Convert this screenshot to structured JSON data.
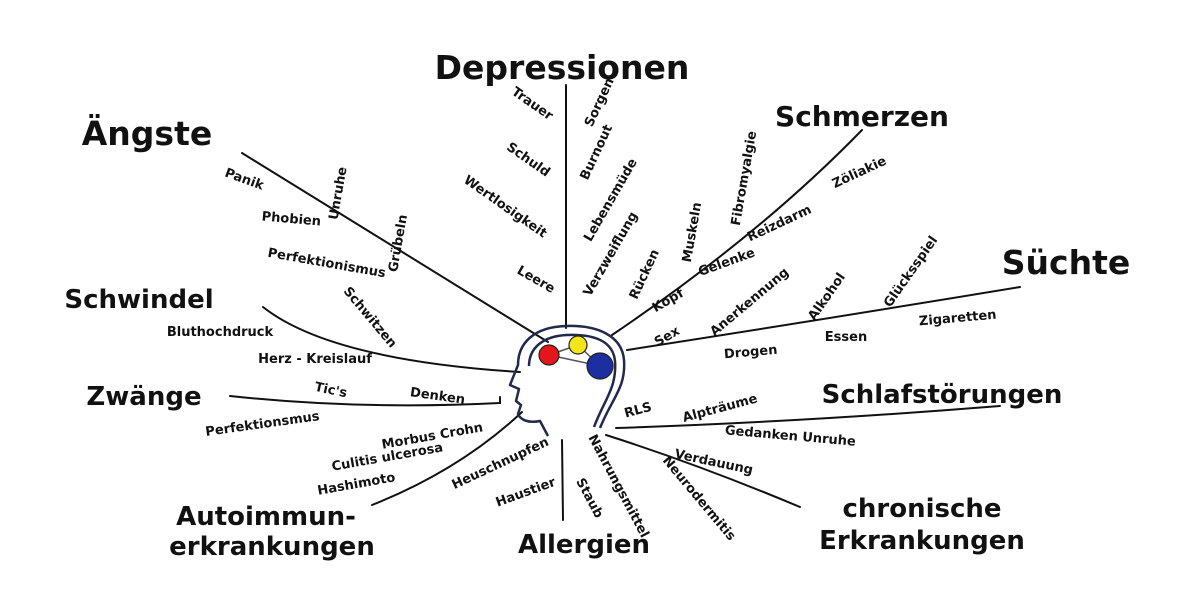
{
  "categories": {
    "depressionen": "Depressionen",
    "aengste": "Ängste",
    "schmerzen": "Schmerzen",
    "suechte": "Süchte",
    "schwindel": "Schwindel",
    "zwaenge": "Zwänge",
    "schlafstoerungen": "Schlafstörungen",
    "chronische_1": "chronische",
    "chronische_2": "Erkrankungen",
    "autoimmun_1": "Autoimmun-",
    "autoimmun_2": "erkrankungen",
    "allergien": "Allergien"
  },
  "items": {
    "trauer": "Trauer",
    "sorgen": "Sorgen",
    "schuld": "Schuld",
    "burnout": "Burnout",
    "wertlosigkeit": "Wertlosigkeit",
    "lebensmuede": "Lebensmüde",
    "leere": "Leere",
    "verzweiflung": "Verzweiflung",
    "panik": "Panik",
    "unruhe": "Unruhe",
    "phobien": "Phobien",
    "grubeln": "Grübeln",
    "perfektionismus_a": "Perfektionismus",
    "fibromyalgie": "Fibromyalgie",
    "zoeliakie": "Zöliakie",
    "muskeln": "Muskeln",
    "reizdarm": "Reizdarm",
    "ruecken": "Rücken",
    "gelenke": "Gelenke",
    "kopf": "Kopf",
    "gluecksspiel": "Glücksspiel",
    "alkohol": "Alkohol",
    "zigaretten": "Zigaretten",
    "anerkennung": "Anerkennung",
    "sex": "Sex",
    "essen": "Essen",
    "drogen": "Drogen",
    "schwitzen": "Schwitzen",
    "bluthochdruck": "Bluthochdruck",
    "herz_kreislauf": "Herz - Kreislauf",
    "tics": "Tic's",
    "denken": "Denken",
    "perfektionismus_z": "Perfektionsmus",
    "rls": "RLS",
    "alptraeume": "Alpträume",
    "gedanken_unruhe": "Gedanken Unruhe",
    "verdauung": "Verdauung",
    "neurodermitis": "Neurodermitis",
    "morbus_crohn": "Morbus Crohn",
    "culitis": "Culitis ulcerosa",
    "hashimoto": "Hashimoto",
    "heuschnupfen": "Heuschnupfen",
    "haustier": "Haustier",
    "nahrungsmittel": "Nahrungsmittel",
    "staub": "Staub"
  },
  "colors": {
    "line": "#111111",
    "head_outline": "#222a4a",
    "dot_red": "#e3161b",
    "dot_yellow": "#f2e51b",
    "dot_blue": "#1c2ea0"
  }
}
